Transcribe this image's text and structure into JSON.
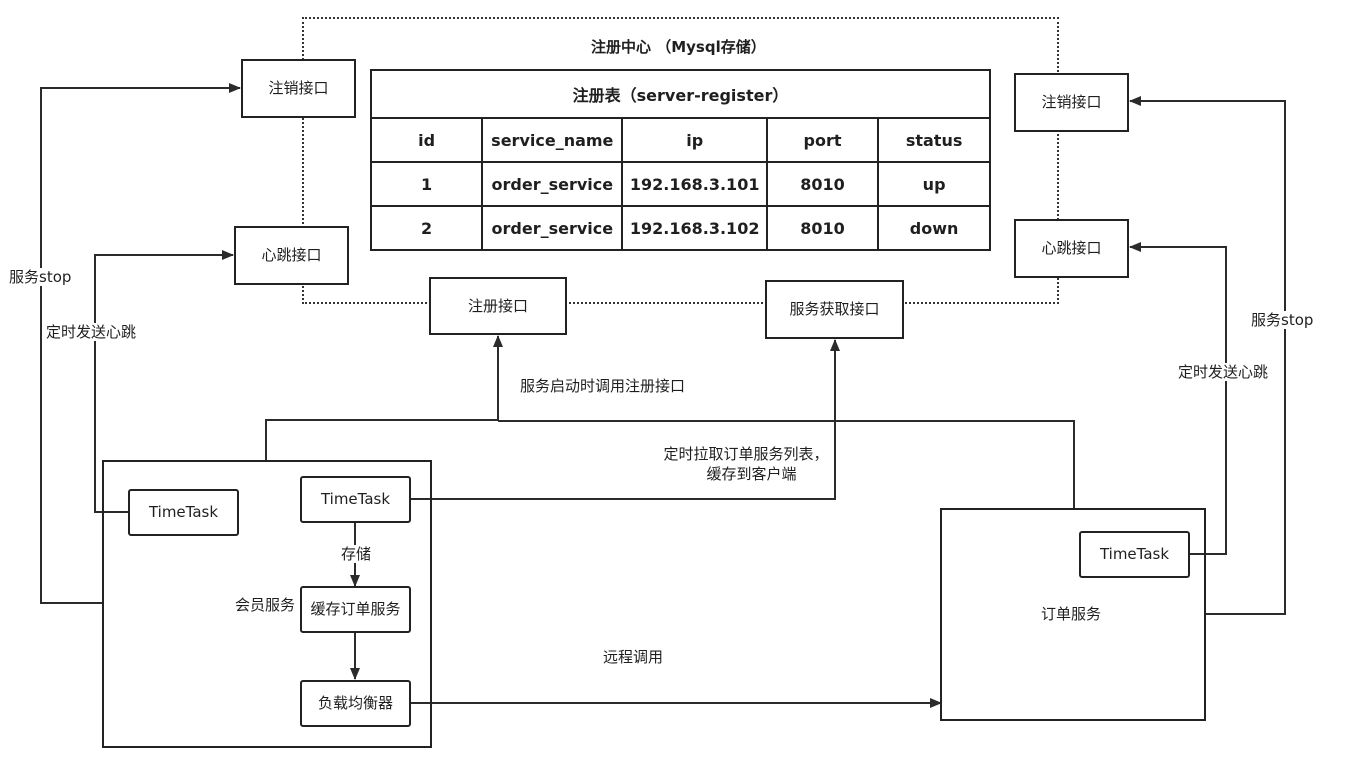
{
  "registry": {
    "title": "注册中心 （Mysql存储）",
    "table": {
      "title": "注册表（server-register）",
      "columns": [
        "id",
        "service_name",
        "ip",
        "port",
        "status"
      ],
      "rows": [
        [
          "1",
          "order_service",
          "192.168.3.101",
          "8010",
          "up"
        ],
        [
          "2",
          "order_service",
          "192.168.3.102",
          "8010",
          "down"
        ]
      ]
    },
    "register_api": "注册接口",
    "discovery_api": "服务获取接口"
  },
  "left_apis": {
    "deregister": "注销接口",
    "heartbeat": "心跳接口"
  },
  "right_apis": {
    "deregister": "注销接口",
    "heartbeat": "心跳接口"
  },
  "member_service": {
    "name": "会员服务",
    "timetask_heartbeat": "TimeTask",
    "timetask_pull": "TimeTask",
    "cache": "缓存订单服务",
    "load_balancer": "负载均衡器"
  },
  "order_service": {
    "name": "订单服务",
    "timetask": "TimeTask"
  },
  "labels": {
    "left_stop": "服务stop",
    "left_heartbeat": "定时发送心跳",
    "right_stop": "服务stop",
    "right_heartbeat": "定时发送心跳",
    "register_on_start": "服务启动时调用注册接口",
    "pull_list_line1": "定时拉取订单服务列表，",
    "pull_list_line2": "缓存到客户端",
    "store": "存储",
    "remote_call": "远程调用"
  },
  "colors": {
    "line": "#2b2b2b",
    "border": "#222222",
    "background": "#ffffff"
  }
}
